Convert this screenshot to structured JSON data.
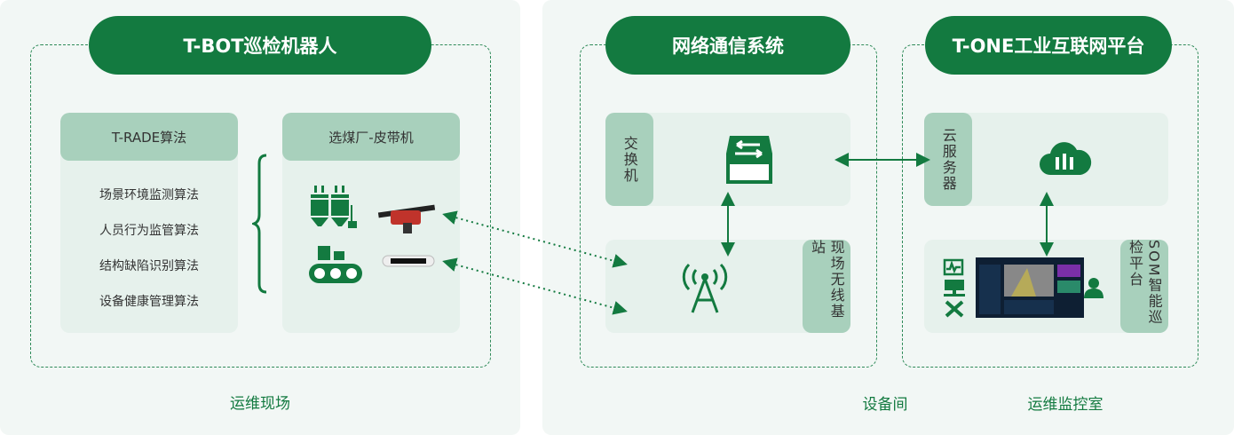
{
  "robot": {
    "title": "T-BOT巡检机器人",
    "footer": "运维现场",
    "algorithms": {
      "header": "T-RADE算法",
      "items": [
        "场景环境监测算法",
        "人员行为监管算法",
        "结构缺陷识别算法",
        "设备健康管理算法"
      ]
    },
    "site": {
      "header": "选煤厂-皮带机"
    }
  },
  "network": {
    "title": "网络通信系统",
    "footer": "设备间",
    "switch_label": "交换机",
    "station_label": "现场无线基站"
  },
  "platform": {
    "title": "T-ONE工业互联网平台",
    "footer": "运维监控室",
    "cloud_label": "云服务器",
    "som_label": "SOM智能巡检平台"
  },
  "colors": {
    "green": "#137a40",
    "light": "#e6f1ec",
    "header": "#a8d0bc"
  }
}
